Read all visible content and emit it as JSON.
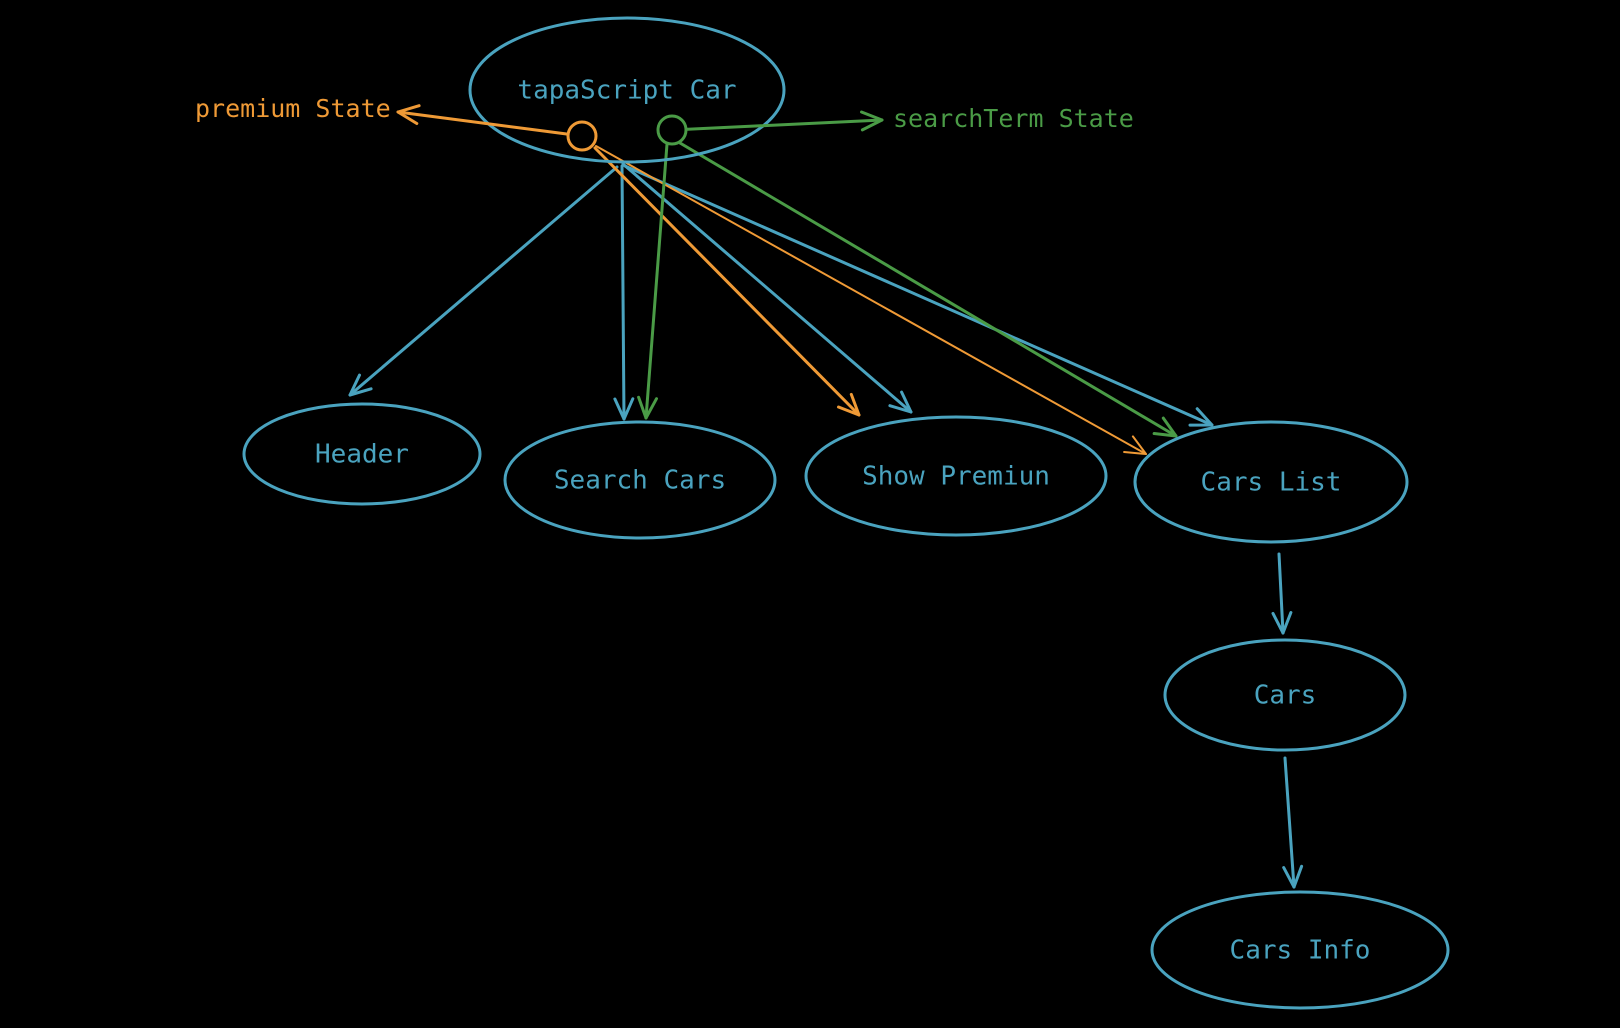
{
  "colors": {
    "background": "#000000",
    "component": "#4aa3bf",
    "premium_state": "#ef9a36",
    "search_state": "#4a9b46"
  },
  "nodes": [
    {
      "id": "app",
      "label": "tapaScript Car"
    },
    {
      "id": "header",
      "label": "Header"
    },
    {
      "id": "search",
      "label": "Search Cars"
    },
    {
      "id": "premium",
      "label": "Show Premiun"
    },
    {
      "id": "list",
      "label": "Cars List"
    },
    {
      "id": "cars",
      "label": "Cars"
    },
    {
      "id": "info",
      "label": "Cars Info"
    }
  ],
  "states": [
    {
      "id": "premium-state",
      "label": "premium State",
      "color": "premium_state"
    },
    {
      "id": "search-state",
      "label": "searchTerm State",
      "color": "search_state"
    }
  ],
  "edges": [
    {
      "from": "app",
      "to": "header",
      "color": "component"
    },
    {
      "from": "app",
      "to": "search",
      "color": "component"
    },
    {
      "from": "app",
      "to": "premium",
      "color": "component"
    },
    {
      "from": "app",
      "to": "list",
      "color": "component"
    },
    {
      "from": "list",
      "to": "cars",
      "color": "component"
    },
    {
      "from": "cars",
      "to": "info",
      "color": "component"
    },
    {
      "from": "premium-state",
      "to": "premium",
      "color": "premium_state"
    },
    {
      "from": "premium-state",
      "to": "list",
      "color": "premium_state"
    },
    {
      "from": "search-state",
      "to": "search",
      "color": "search_state"
    },
    {
      "from": "search-state",
      "to": "list",
      "color": "search_state"
    }
  ]
}
